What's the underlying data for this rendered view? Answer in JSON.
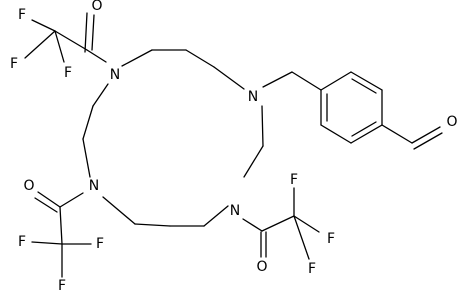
{
  "atoms": {
    "n1": "N",
    "n2": "N",
    "n3": "N",
    "n4": "N",
    "o1": "O",
    "o2": "O",
    "o3": "O",
    "o4": "O",
    "f": "F"
  }
}
